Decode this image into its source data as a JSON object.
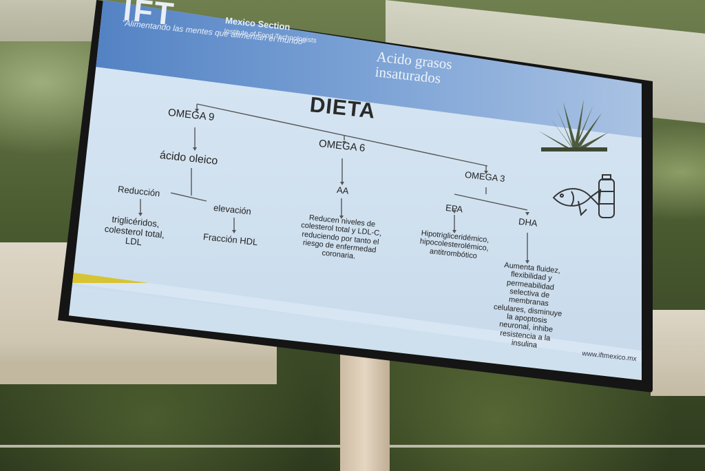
{
  "slide": {
    "logo": "IFT",
    "section": "Mexico Section",
    "institute": "Institute of Food Technologists",
    "slogan": "\"Alimentando las mentes que alimentan el mundo\"",
    "topic_line1": "Acido grasos",
    "topic_line2": "insaturados",
    "title": "DIETA",
    "omega9": {
      "label": "OMEGA 9",
      "child": "ácido oleico",
      "reduction": "Reducción",
      "reduction_result": "triglicéridos, colesterol total, LDL",
      "elevation": "elevación",
      "elevation_result": "Fracción HDL"
    },
    "omega6": {
      "label": "OMEGA 6",
      "child": "AA",
      "result": "Reducen niveles de colesterol total y LDL-C, reduciendo por tanto el riesgo de enfermedad coronaria."
    },
    "omega3": {
      "label": "OMEGA 3",
      "epa": "EPA",
      "epa_result": "Hipotrigliceridémico, hipocolesterolémico, antitrombótico",
      "dha": "DHA",
      "dha_result": "Aumenta fluidez, flexibilidad y permeabilidad selectiva de membranas celulares, disminuye la apoptosis neuronal, inhibe resistencia a la insulina"
    },
    "url": "www.iftmexico.mx"
  },
  "icons": [
    "agave-plant-icon",
    "fish-icon",
    "bottle-icon"
  ],
  "colors": {
    "banner": "#4f7fc2",
    "stripe": "#d7c435",
    "slide_bg": "#d8e6f3"
  }
}
